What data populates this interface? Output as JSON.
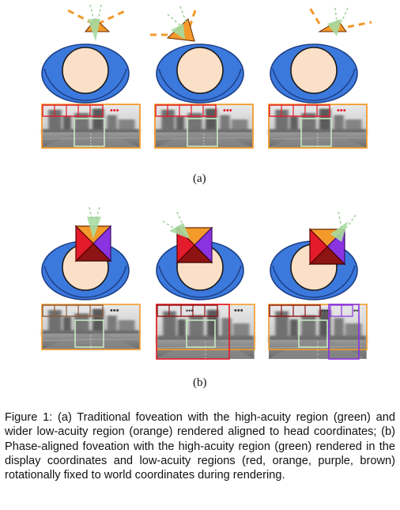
{
  "figure": {
    "label_a": "(a)",
    "label_b": "(b)",
    "caption": "Figure 1: (a) Traditional foveation with the high-acuity region (green) and wider low-acuity region (orange) rendered aligned to head coordinates; (b) Phase-aligned foveation with the high-acuity region (green) rendered in the display coordinates and low-acuity regions (red, orange, purple, brown) rotationally fixed to world coordinates during rendering."
  },
  "colors": {
    "head": "#fbe0c7",
    "shoulders": "#3c79dd",
    "high_acuity": "#a7dca1",
    "low_acuity_orange": "#f39a2b",
    "low_acuity_red": "#e31b2b",
    "low_acuity_purple": "#8a33e0",
    "low_acuity_brown": "#8e1414"
  }
}
